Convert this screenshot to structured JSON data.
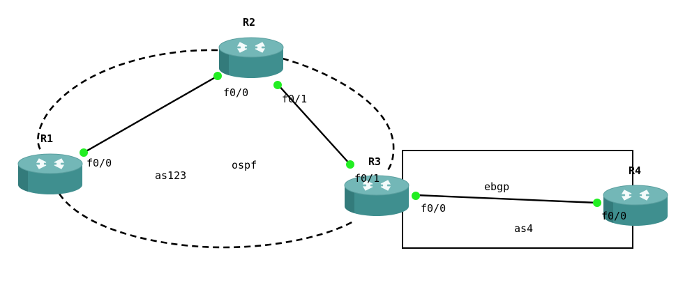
{
  "colors": {
    "router_body": "#3f8f8f",
    "router_top": "#73b7b7",
    "router_dark": "#2c6e6e",
    "port": "#22ee22",
    "line": "#000000"
  },
  "routers": {
    "r1": {
      "name": "R1",
      "icon": "router-icon"
    },
    "r2": {
      "name": "R2",
      "icon": "router-icon"
    },
    "r3": {
      "name": "R3",
      "icon": "router-icon"
    },
    "r4": {
      "name": "R4",
      "icon": "router-icon"
    }
  },
  "interfaces": {
    "r1_f00": "f0/0",
    "r2_f00": "f0/0",
    "r2_f01": "f0/1",
    "r3_f01": "f0/1",
    "r3_f00": "f0/0",
    "r4_f00": "f0/0"
  },
  "areas": {
    "as123": "as123",
    "ospf": "ospf",
    "ebgp": "ebgp",
    "as4": "as4"
  }
}
